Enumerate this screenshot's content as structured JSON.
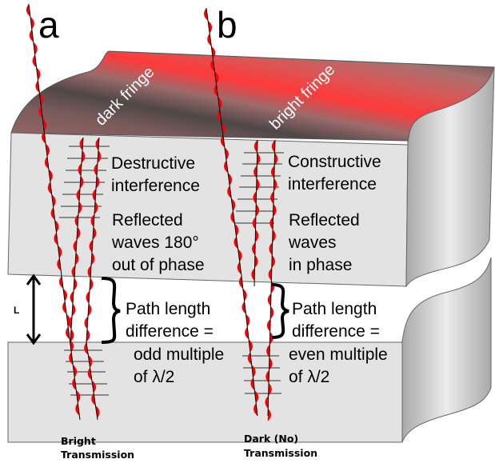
{
  "labels": {
    "a": "a",
    "b": "b",
    "dark_fringe": "dark fringe",
    "bright_fringe": "bright fringe",
    "gap_length": "L"
  },
  "left_column": {
    "interference": [
      "Destructive",
      "interference"
    ],
    "reflection": [
      "Reflected",
      "waves 180°",
      "out of phase"
    ],
    "path": [
      "Path length",
      "difference ="
    ],
    "multiple": [
      "odd multiple",
      "of λ/2"
    ],
    "transmission": [
      "Bright",
      "Transmission"
    ]
  },
  "right_column": {
    "interference": [
      "Constructive",
      "interference"
    ],
    "reflection": [
      "Reflected",
      "waves",
      "in phase"
    ],
    "path": [
      "Path length",
      "difference ="
    ],
    "multiple": [
      "even multiple",
      "of λ/2"
    ],
    "transmission": [
      "Dark (No)",
      "Transmission"
    ]
  },
  "colors": {
    "wave": "#ff0000",
    "plate_face": "#e3e3e3",
    "plate_edge": "#666666",
    "fringe_dark": "#4d4545",
    "fringe_mid": "#ad7070",
    "fringe_bright": "#ff3b3b",
    "wavefront": "#8a8a8a"
  }
}
